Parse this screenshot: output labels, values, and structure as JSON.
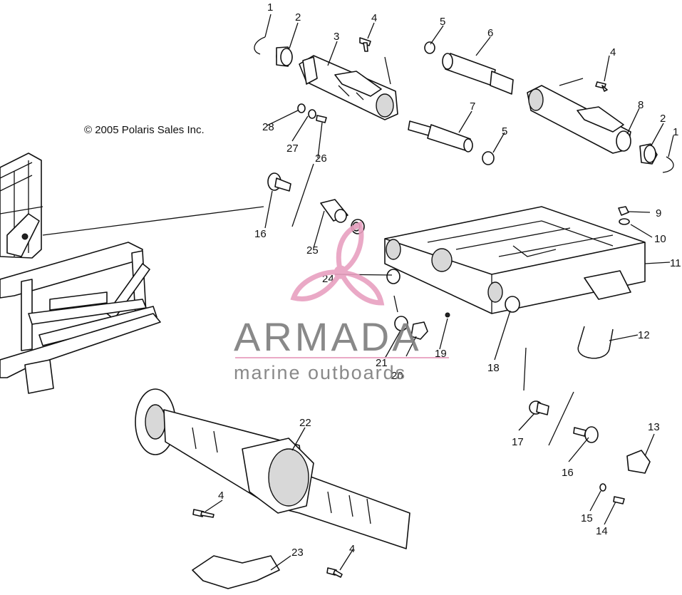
{
  "diagram": {
    "copyright": "© 2005 Polaris Sales Inc.",
    "watermark": {
      "brand": "ARMADA",
      "tagline": "marine outboards",
      "accent": "#e8a0c0",
      "text_color": "#7d7d7d"
    },
    "callouts": [
      "1",
      "2",
      "3",
      "4",
      "5",
      "6",
      "4",
      "7",
      "28",
      "27",
      "26",
      "8",
      "2",
      "1",
      "5",
      "9",
      "10",
      "16",
      "25",
      "11",
      "24",
      "12",
      "21",
      "20",
      "19",
      "18",
      "17",
      "16",
      "13",
      "22",
      "4",
      "15",
      "14",
      "23",
      "4"
    ]
  }
}
